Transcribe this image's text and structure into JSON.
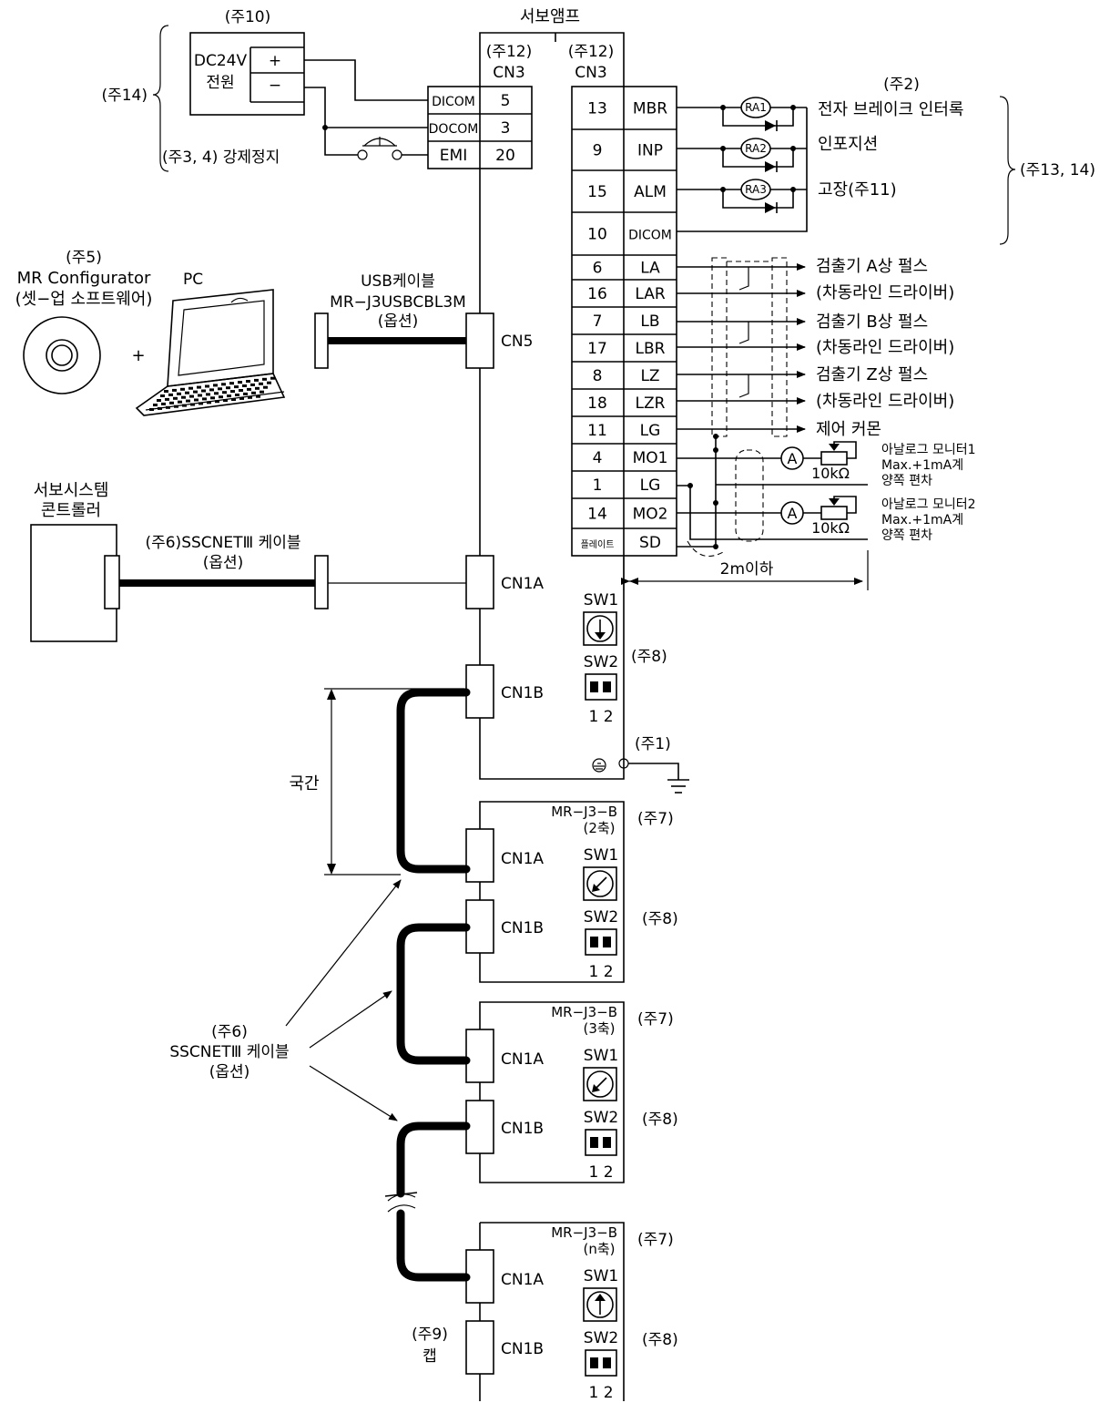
{
  "servo_amp_title": "서보앰프",
  "power": {
    "note": "(주10)",
    "voltage": "DC24V",
    "label": "전원",
    "plus": "+",
    "minus": "−"
  },
  "note14_left": "(주14)",
  "estop": "(주3, 4) 강제정지",
  "cn3_left": {
    "note": "(주12)",
    "label": "CN3",
    "rows": [
      {
        "sig": "DICOM",
        "pin": "5"
      },
      {
        "sig": "DOCOM",
        "pin": "3"
      },
      {
        "sig": "EMI",
        "pin": "20"
      }
    ]
  },
  "cn3_right": {
    "note": "(주12)",
    "label": "CN3",
    "rows": [
      {
        "pin": "13",
        "sig": "MBR"
      },
      {
        "pin": "9",
        "sig": "INP"
      },
      {
        "pin": "15",
        "sig": "ALM"
      },
      {
        "pin": "10",
        "sig": "DICOM"
      },
      {
        "pin": "6",
        "sig": "LA"
      },
      {
        "pin": "16",
        "sig": "LAR"
      },
      {
        "pin": "7",
        "sig": "LB"
      },
      {
        "pin": "17",
        "sig": "LBR"
      },
      {
        "pin": "8",
        "sig": "LZ"
      },
      {
        "pin": "18",
        "sig": "LZR"
      },
      {
        "pin": "11",
        "sig": "LG"
      },
      {
        "pin": "4",
        "sig": "MO1"
      },
      {
        "pin": "1",
        "sig": "LG"
      },
      {
        "pin": "14",
        "sig": "MO2"
      },
      {
        "pin": "플레이트",
        "sig": "SD"
      }
    ]
  },
  "relays": [
    "RA1",
    "RA2",
    "RA3"
  ],
  "outputs": {
    "note2": "(주2)",
    "brake": "전자 브레이크 인터록",
    "inpos": "인포지션",
    "alarm": "고장(주11)",
    "note13": "(주13, 14)"
  },
  "encoder": [
    "검출기 A상 펄스",
    "(차동라인 드라이버)",
    "검출기 B상 펄스",
    "(차동라인 드라이버)",
    "검출기 Z상 펄스",
    "(차동라인 드라이버)",
    "제어 커몬"
  ],
  "monitors": [
    {
      "meter": "A",
      "res": "10kΩ",
      "l1": "아날로그 모니터1",
      "l2": "Max.+1mA계",
      "l3": "양쪽 편차"
    },
    {
      "meter": "A",
      "res": "10kΩ",
      "l1": "아날로그 모니터2",
      "l2": "Max.+1mA계",
      "l3": "양쪽 편차"
    }
  ],
  "distance": "2m이하",
  "pc": {
    "note": "(주5)",
    "software": "MR Configurator",
    "software_sub": "(셋−업 소프트웨어)",
    "label": "PC",
    "plus": "+"
  },
  "usb": {
    "l1": "USB케이블",
    "l2": "MR−J3USBCBL3M",
    "l3": "(옵션)"
  },
  "cn5": "CN5",
  "controller": {
    "l1": "서보시스템",
    "l2": "콘트롤러"
  },
  "sscnet_top": {
    "l1": "(주6)SSCNETⅢ 케이블",
    "l2": "(옵션)"
  },
  "main_amp": {
    "cn1a": "CN1A",
    "cn1b": "CN1B",
    "sw1": "SW1",
    "sw2": "SW2",
    "sw_nums": "1 2",
    "note8": "(주8)",
    "note1": "(주1)"
  },
  "section": "국간",
  "sscnet_left": {
    "l1": "(주6)",
    "l2": "SSCNETⅢ 케이블",
    "l3": "(옵션)"
  },
  "axes": [
    {
      "model": "MR−J3−B",
      "axis": "(2축)",
      "note7": "(주7)",
      "note8": "(주8)",
      "cn1a": "CN1A",
      "cn1b": "CN1B",
      "sw1": "SW1",
      "sw2": "SW2",
      "nums": "1 2"
    },
    {
      "model": "MR−J3−B",
      "axis": "(3축)",
      "note7": "(주7)",
      "note8": "(주8)",
      "cn1a": "CN1A",
      "cn1b": "CN1B",
      "sw1": "SW1",
      "sw2": "SW2",
      "nums": "1 2"
    },
    {
      "model": "MR−J3−B",
      "axis": "(n축)",
      "note7": "(주7)",
      "note8": "(주8)",
      "cn1a": "CN1A",
      "cn1b": "CN1B",
      "sw1": "SW1",
      "sw2": "SW2",
      "nums": "1 2"
    }
  ],
  "cap": {
    "note": "(주9)",
    "label": "캡"
  }
}
